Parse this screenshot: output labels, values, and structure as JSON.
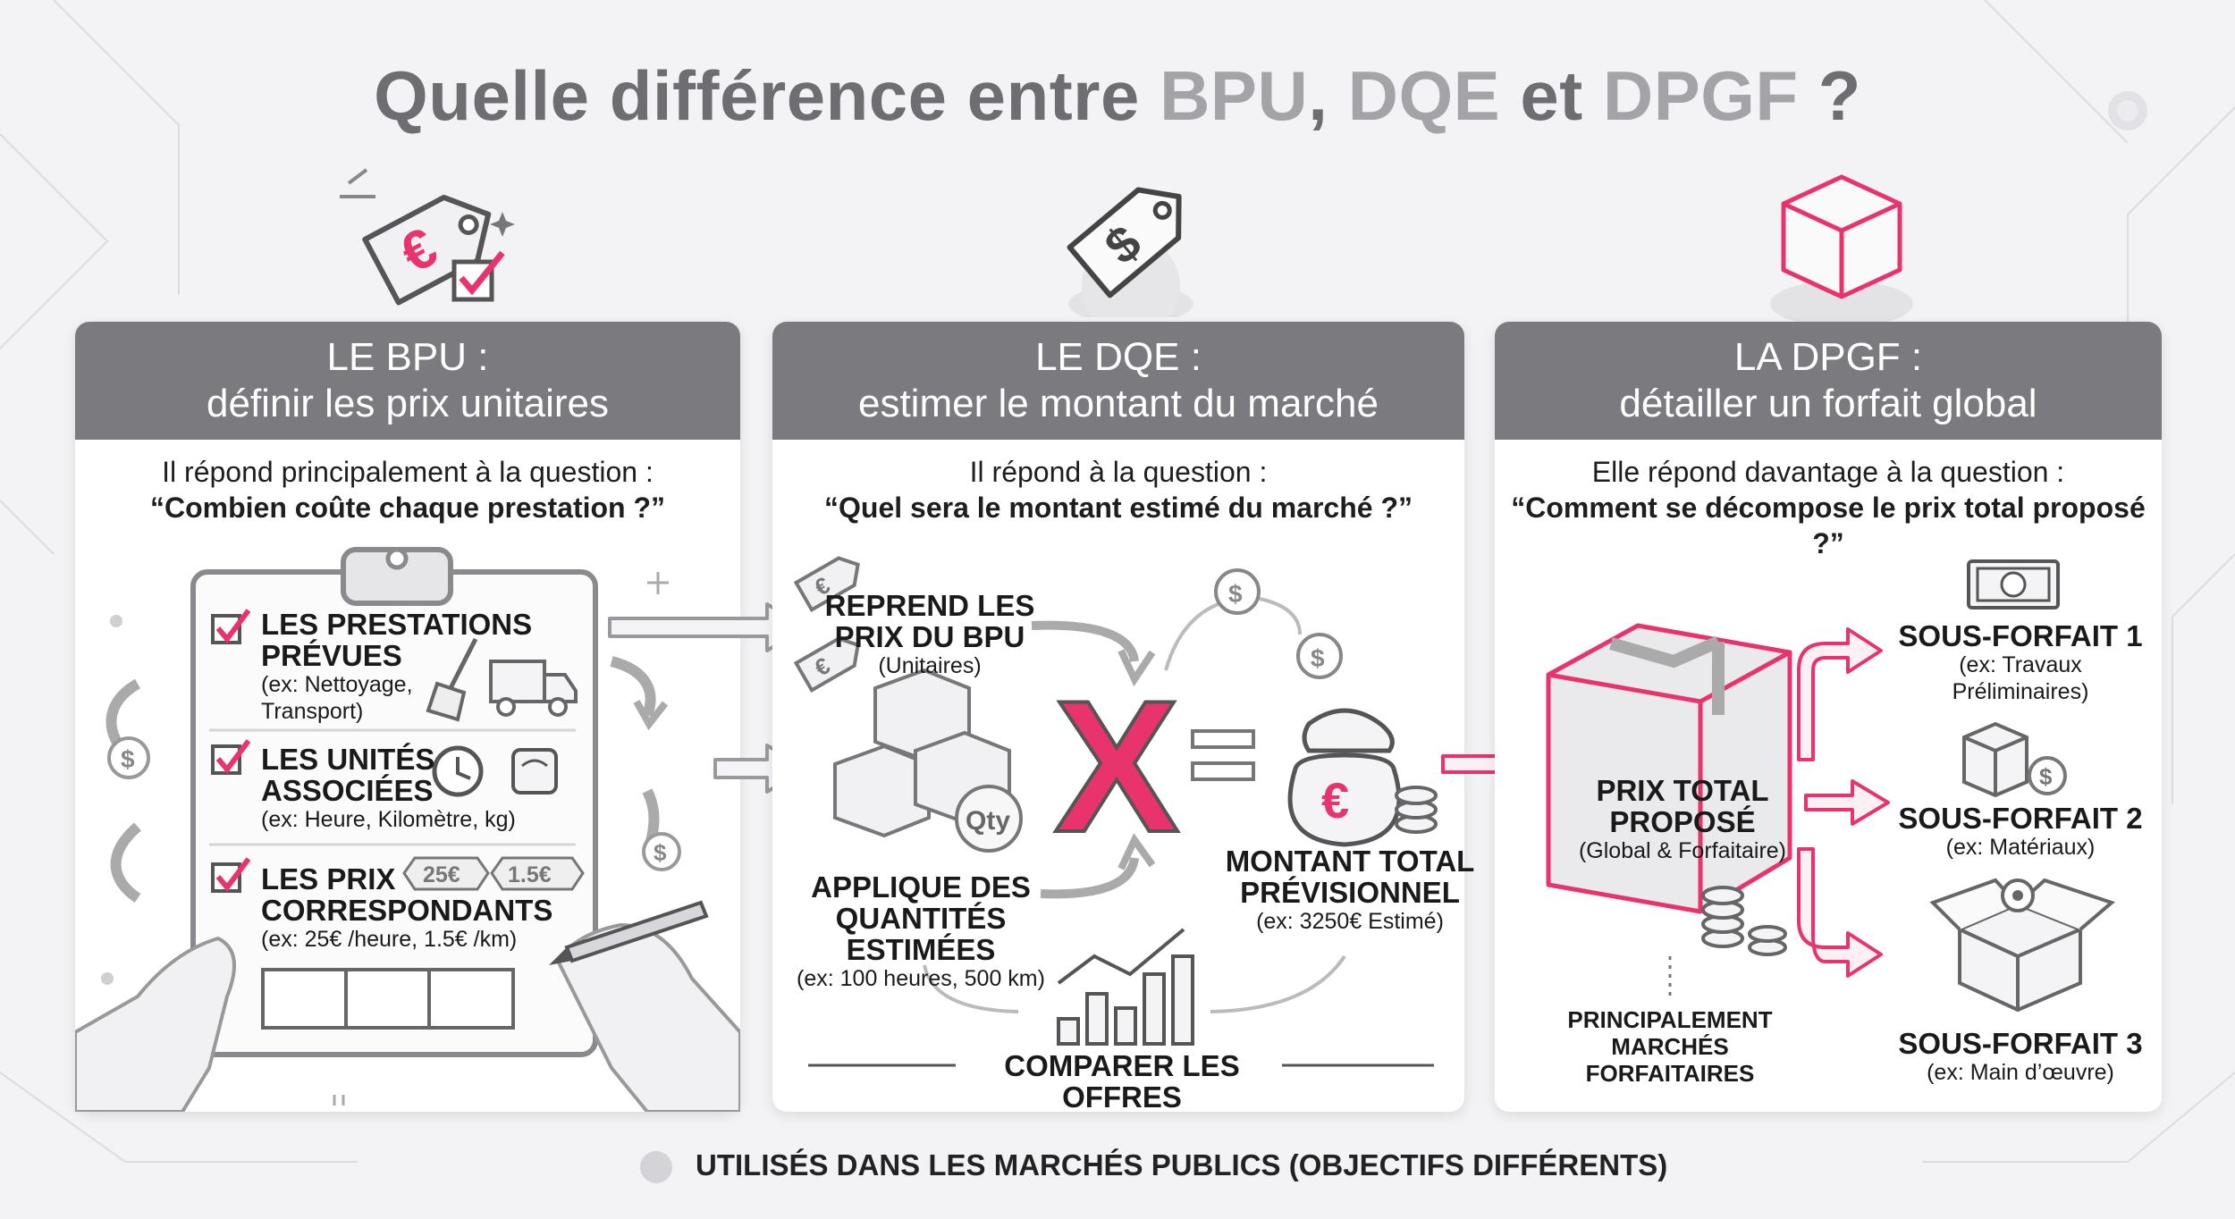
{
  "title": {
    "part1": "Quelle différence entre ",
    "bpu": "BPU",
    "sep1": ", ",
    "dqe": "DQE",
    "sep2": " et ",
    "dpgf": "DPGF",
    "end": " ?"
  },
  "colors": {
    "accent": "#e8336d",
    "header": "#7b7b7f",
    "title_gray": "#6e6e72"
  },
  "bpu": {
    "header_line1": "LE BPU :",
    "header_line2": "définir les prix unitaires",
    "intro": "Il répond principalement à la question :",
    "question": "“Combien coûte chaque prestation ?”",
    "items": [
      {
        "title1": "LES PRESTATIONS",
        "title2": "PRÉVUES",
        "detail1": "(ex: Nettoyage,",
        "detail2": "Transport)"
      },
      {
        "title1": "LES UNITÉS",
        "title2": "ASSOCIÉES",
        "detail1": "(ex: Heure, Kilomètre, kg)"
      },
      {
        "title1": "LES PRIX",
        "title2": "CORRESPONDANTS",
        "detail1": "(ex: 25€ /heure, 1.5€ /km)"
      }
    ],
    "tag1": "25€",
    "tag2": "1.5€"
  },
  "dqe": {
    "header_line1": "LE DQE :",
    "header_line2": "estimer le montant du marché",
    "intro": "Il répond à la question :",
    "question": "“Quel sera le montant estimé du marché ?”",
    "reprend_1": "REPREND LES",
    "reprend_2": "PRIX DU BPU",
    "reprend_sub": "(Unitaires)",
    "applique_1": "APPLIQUE DES",
    "applique_2": "QUANTITÉS ESTIMÉES",
    "applique_sub": "(ex: 100 heures, 500 km)",
    "qty": "Qty",
    "times": "X",
    "equals": "=",
    "total_1": "MONTANT TOTAL",
    "total_2": "PRÉVISIONNEL",
    "total_sub": "(ex: 3250€ Estimé)",
    "compare": "COMPARER LES OFFRES"
  },
  "dpgf": {
    "header_line1": "LA DPGF :",
    "header_line2": "détailler un forfait global",
    "intro": "Elle répond davantage à la question :",
    "question": "“Comment se décompose le prix total proposé ?”",
    "box_1": "PRIX TOTAL",
    "box_2": "PROPOSÉ",
    "box_sub": "(Global & Forfaitaire)",
    "note_1": "PRINCIPALEMENT",
    "note_2": "MARCHÉS",
    "note_3": "FORFAITAIRES",
    "sub1_title": "SOUS-FORFAIT 1",
    "sub1_d1": "(ex: Travaux",
    "sub1_d2": "Préliminaires)",
    "sub2_title": "SOUS-FORFAIT 2",
    "sub2_d1": "(ex: Matériaux)",
    "sub3_title": "SOUS-FORFAIT 3",
    "sub3_d1": "(ex: Main d’œuvre)"
  },
  "footer": "UTILISÉS DANS LES MARCHÉS PUBLICS (OBJECTIFS DIFFÉRENTS)"
}
